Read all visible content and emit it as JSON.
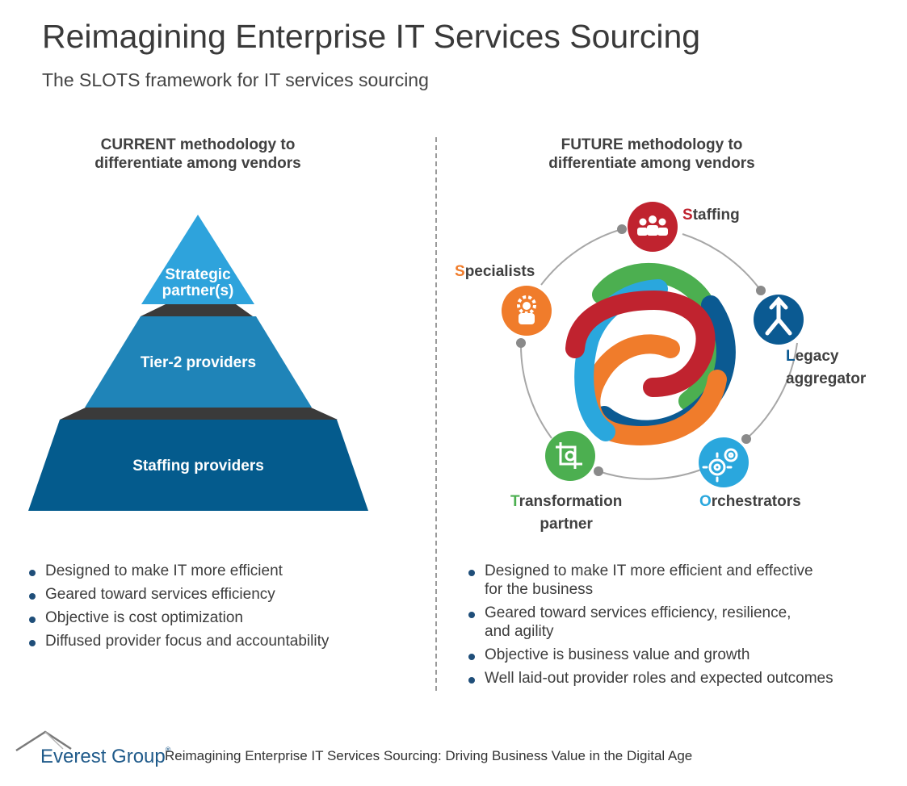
{
  "title": "Reimagining Enterprise IT Services Sourcing",
  "subtitle": "The SLOTS framework for IT services sourcing",
  "current": {
    "heading_line1": "CURRENT methodology to",
    "heading_line2": "differentiate among vendors",
    "tiers": [
      {
        "label_line1": "Strategic",
        "label_line2": "partner(s)",
        "color": "#2ea3dc"
      },
      {
        "label": "Tier-2 providers",
        "color": "#1f84b8"
      },
      {
        "label": "Staffing providers",
        "color": "#045b8d"
      }
    ],
    "bullets": [
      "Designed to make IT more efficient",
      "Geared toward services efficiency",
      "Objective is cost optimization",
      "Diffused provider focus and accountability"
    ]
  },
  "future": {
    "heading_line1": "FUTURE methodology to",
    "heading_line2": "differentiate among vendors",
    "roles": {
      "staffing": {
        "initial": "S",
        "rest": "taffing",
        "color": "#c0232f",
        "icon": "people-icon"
      },
      "legacy": {
        "initial": "L",
        "rest": "egacy",
        "line2": "aggregator",
        "color": "#0b5a92",
        "icon": "merge-arrow-icon"
      },
      "orchestrators": {
        "initial": "O",
        "rest": "rchestrators",
        "color": "#2aa7dd",
        "icon": "gears-icon"
      },
      "transformation": {
        "initial": "T",
        "rest": "ransformation",
        "line2": "partner",
        "color": "#4caf50",
        "icon": "crop-gear-icon"
      },
      "specialists": {
        "initial": "S",
        "rest": "pecialists",
        "color": "#f07c2b",
        "icon": "person-gear-icon"
      }
    },
    "bullets": [
      {
        "line1": "Designed to make IT more efficient and effective",
        "line2": "for the business"
      },
      {
        "line1": "Geared toward services efficiency, resilience,",
        "line2": "and agility"
      },
      {
        "line1": "Objective is business value and growth"
      },
      {
        "line1": "Well laid-out provider roles and expected outcomes"
      }
    ]
  },
  "footer": {
    "brand": "Everest Group",
    "registered": "®",
    "caption": "Reimagining Enterprise IT Services Sourcing: Driving Business Value in the Digital Age"
  }
}
